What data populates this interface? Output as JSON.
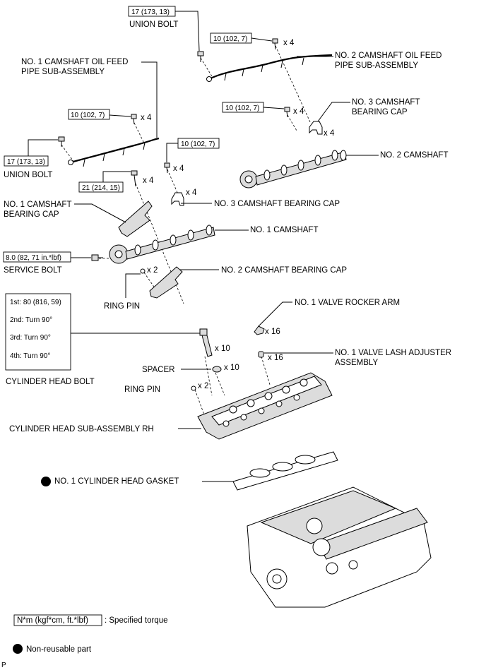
{
  "labels": {
    "union_bolt_top": "UNION BOLT",
    "union_bolt_left": "UNION BOLT",
    "no1_oil_feed_line1": "NO. 1 CAMSHAFT OIL FEED",
    "no1_oil_feed_line2": "PIPE SUB-ASSEMBLY",
    "no2_oil_feed_line1": "NO. 2 CAMSHAFT OIL FEED",
    "no2_oil_feed_line2": "PIPE SUB-ASSEMBLY",
    "no3_cap_right_line1": "NO. 3 CAMSHAFT",
    "no3_cap_right_line2": "BEARING CAP",
    "no2_camshaft": "NO. 2 CAMSHAFT",
    "no3_cap_mid": "NO. 3 CAMSHAFT BEARING CAP",
    "no1_cap_line1": "NO. 1 CAMSHAFT",
    "no1_cap_line2": "BEARING CAP",
    "no1_camshaft": "NO. 1 CAMSHAFT",
    "service_bolt": "SERVICE BOLT",
    "no2_cap": "NO. 2 CAMSHAFT BEARING CAP",
    "ring_pin_upper": "RING PIN",
    "rocker_arm": "NO. 1 VALVE ROCKER ARM",
    "lash_adj_line1": "NO. 1 VALVE LASH ADJUSTER",
    "lash_adj_line2": "ASSEMBLY",
    "spacer": "SPACER",
    "ring_pin_lower": "RING PIN",
    "cyl_head_bolt": "CYLINDER HEAD BOLT",
    "cyl_head_sub": "CYLINDER HEAD SUB-ASSEMBLY RH",
    "gasket": "NO. 1 CYLINDER HEAD GASKET"
  },
  "torques": {
    "union_bolt_top": "17 (173, 13)",
    "oil_pipe2_bolt": "10 (102, 7)",
    "no3_cap_right_bolt": "10 (102, 7)",
    "oil_pipe1_bolt": "10 (102, 7)",
    "union_bolt_left": "17 (173, 13)",
    "no3_cap_mid_bolt": "10 (102, 7)",
    "cap_bolt_21": "21 (214, 15)",
    "service_bolt": "8.0 (82, 71 in.*lbf)"
  },
  "quantities": {
    "oil_pipe2_bolt": "x 4",
    "no3_cap_right_bolt": "x 4",
    "no3_cap_right": "x 4",
    "oil_pipe1_bolt": "x 4",
    "no3_cap_mid_bolt": "x 4",
    "no3_cap_mid": "x 4",
    "cap_bolt_21": "x 4",
    "ring_pin_upper": "x 2",
    "rocker_arm": "x 16",
    "lash_adj": "x 16",
    "head_bolt": "x 10",
    "spacer": "x 10",
    "ring_pin_lower": "x 2"
  },
  "head_bolt_sequence": [
    "1st: 80 (816, 59)",
    "2nd: Turn 90°",
    "3rd: Turn 90°",
    "4th: Turn 90°"
  ],
  "legend": {
    "torque_box": "N*m (kgf*cm, ft.*lbf)",
    "torque_text": ": Specified torque",
    "nonreusable_text": "Non-reusable part"
  },
  "footer_code": "P"
}
